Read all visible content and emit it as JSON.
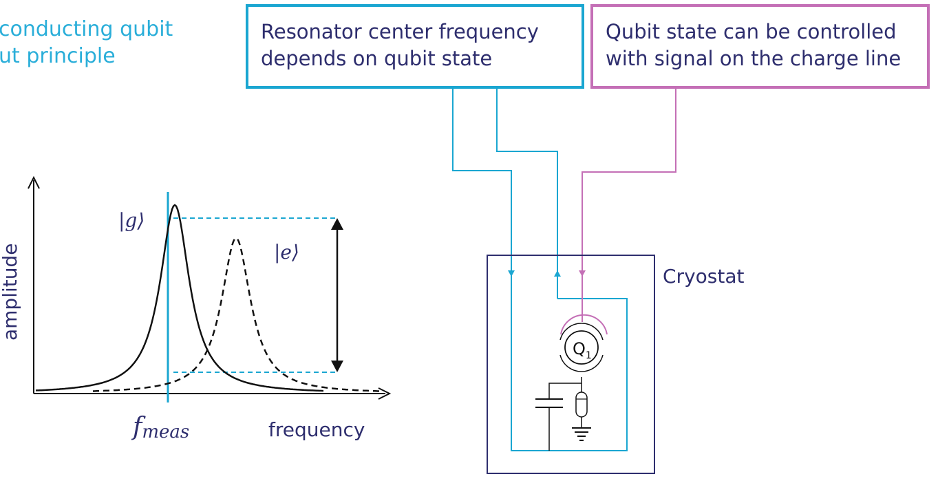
{
  "title": {
    "line1": "conducting qubit",
    "line2": "ut principle"
  },
  "boxes": {
    "resonator": {
      "line1": "Resonator center frequency",
      "line2": "depends on qubit state"
    },
    "qubit": {
      "line1": "Qubit state can be controlled",
      "line2": "with signal on the charge line"
    }
  },
  "plot": {
    "ylabel": "amplitude",
    "xlabel": "frequency",
    "fmeas_main": "f",
    "fmeas_sub": "meas",
    "state_g": "|g⟩",
    "state_e": "|e⟩"
  },
  "circuit": {
    "cryostat_label": "Cryostat",
    "qubit_label": "Q",
    "qubit_index": "1"
  },
  "colors": {
    "cyan": "#1aa6d1",
    "magenta": "#c46fb6",
    "navy": "#2e2e6e",
    "black": "#111111"
  }
}
